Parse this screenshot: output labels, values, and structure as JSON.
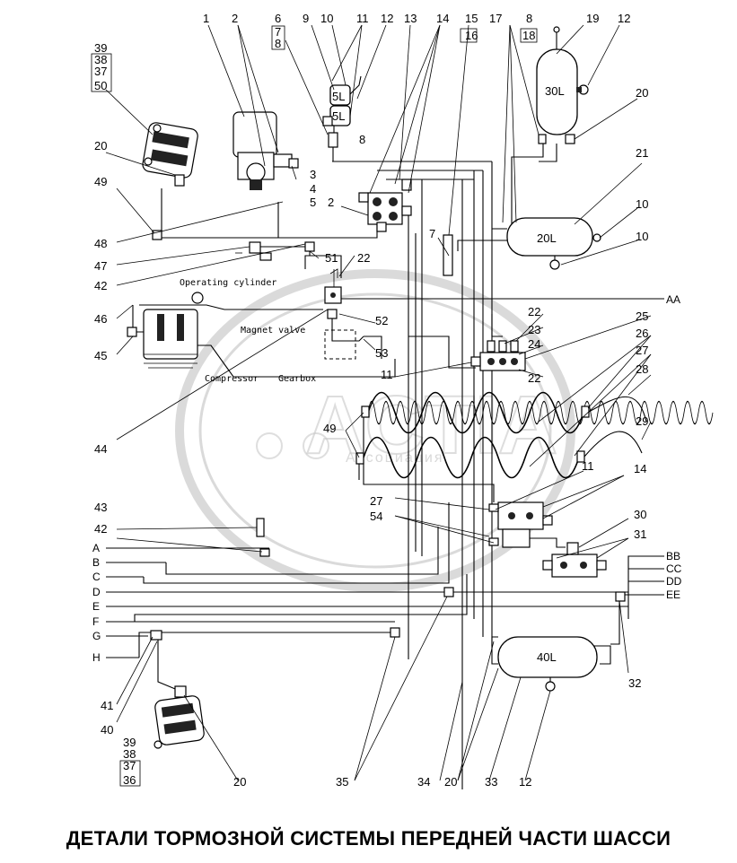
{
  "title": "ДЕТАЛИ ТОРМОЗНОЙ СИСТЕМЫ ПЕРЕДНЕЙ ЧАСТИ ШАССИ",
  "watermark": {
    "text": "ACTIA",
    "subtext": "Ассоциация"
  },
  "captions": {
    "operating_cylinder": "Operating cylinder",
    "magnet_valve": "Magnet valve",
    "compressor": "Compressor",
    "gearbox": "Gearbox"
  },
  "tanks": {
    "t19": "30L",
    "t21": "20L",
    "t33": "40L",
    "small_a": "5L",
    "small_b": "5L"
  },
  "line_letters_left": [
    "A",
    "B",
    "C",
    "D",
    "E",
    "F",
    "G",
    "H"
  ],
  "line_letters_right": [
    "AA",
    "BB",
    "CC",
    "DD",
    "EE"
  ],
  "callouts": {
    "top": [
      "1",
      "2",
      "6",
      "7",
      "8",
      "9",
      "10",
      "11",
      "12",
      "13",
      "14",
      "15",
      "16",
      "17",
      "8",
      "18",
      "19",
      "12"
    ],
    "left_stack_top": [
      "39",
      "38",
      "37",
      "50"
    ],
    "left_stack_bottom": [
      "39",
      "38",
      "37",
      "36"
    ],
    "n20": "20",
    "n49": "49",
    "n48": "48",
    "n47": "47",
    "n42": "42",
    "n46": "46",
    "n45": "45",
    "n44": "44",
    "n43": "43",
    "n41": "41",
    "n40": "40",
    "n3": "3",
    "n4": "4",
    "n5": "5",
    "n2": "2",
    "n8": "8",
    "n21": "21",
    "n10": "10",
    "n7": "7",
    "n51": "51",
    "n22": "22",
    "n52": "52",
    "n53": "53",
    "n23": "23",
    "n24": "24",
    "n25": "25",
    "n26": "26",
    "n27": "27",
    "n28": "28",
    "n29": "29",
    "n11": "11",
    "n54": "54",
    "n30": "30",
    "n31": "31",
    "n32": "32",
    "bottom": [
      "20",
      "35",
      "34",
      "20",
      "33",
      "12"
    ]
  },
  "colors": {
    "ink": "#000000",
    "watermark": "#c8c8c8",
    "background": "#ffffff"
  }
}
